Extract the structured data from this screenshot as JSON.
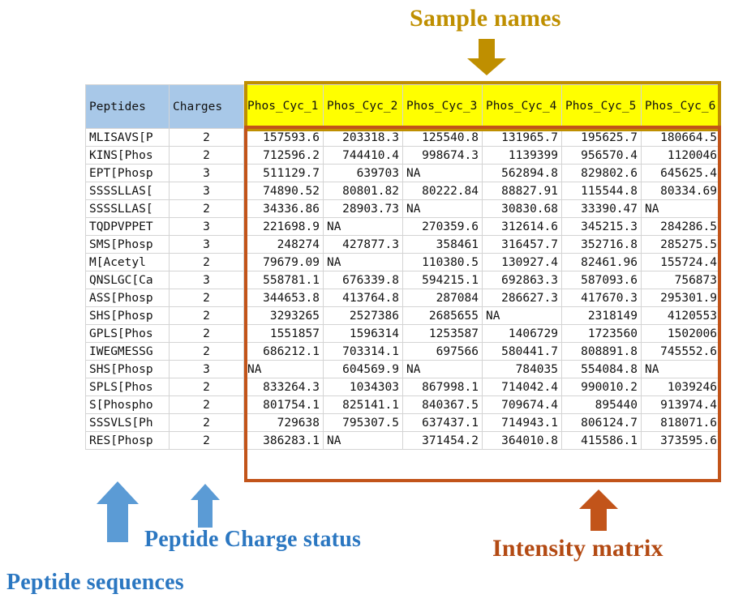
{
  "annotations": {
    "sample_names": {
      "label": "Sample names",
      "color": "#bf8f00",
      "icon": "arrow-down-icon"
    },
    "intensity_matrix": {
      "label": "Intensity matrix",
      "color": "#b34a13",
      "icon": "arrow-up-icon"
    },
    "peptide_charge_status": {
      "label": "Peptide Charge status",
      "color": "#2b77c1",
      "icon": "arrow-up-icon"
    },
    "peptide_sequences": {
      "label": "Peptide sequences",
      "color": "#2b77c1",
      "icon": "arrow-up-icon"
    }
  },
  "table": {
    "headers": {
      "peptides": "Peptides",
      "charges": "Charges",
      "samples": [
        "Phos_Cyc_1",
        "Phos_Cyc_2",
        "Phos_Cyc_3",
        "Phos_Cyc_4",
        "Phos_Cyc_5",
        "Phos_Cyc_6"
      ]
    },
    "header_colors": {
      "id_columns": "#a8c8e8",
      "sample_columns": "#ffff00"
    },
    "rows": [
      {
        "peptide": "MLISAVS[P",
        "charge": "2",
        "values": [
          "157593.6",
          "203318.3",
          "125540.8",
          "131965.7",
          "195625.7",
          "180664.5"
        ]
      },
      {
        "peptide": "KINS[Phos",
        "charge": "2",
        "values": [
          "712596.2",
          "744410.4",
          "998674.3",
          "1139399",
          "956570.4",
          "1120046"
        ]
      },
      {
        "peptide": "EPT[Phosp",
        "charge": "3",
        "values": [
          "511129.7",
          "639703",
          "NA",
          "562894.8",
          "829802.6",
          "645625.4"
        ]
      },
      {
        "peptide": "SSSSLLAS[",
        "charge": "3",
        "values": [
          "74890.52",
          "80801.82",
          "80222.84",
          "88827.91",
          "115544.8",
          "80334.69"
        ]
      },
      {
        "peptide": "SSSSLLAS[",
        "charge": "2",
        "values": [
          "34336.86",
          "28903.73",
          "NA",
          "30830.68",
          "33390.47",
          "NA"
        ]
      },
      {
        "peptide": "TQDPVPPET",
        "charge": "3",
        "values": [
          "221698.9",
          "NA",
          "270359.6",
          "312614.6",
          "345215.3",
          "284286.5"
        ]
      },
      {
        "peptide": "SMS[Phosp",
        "charge": "3",
        "values": [
          "248274",
          "427877.3",
          "358461",
          "316457.7",
          "352716.8",
          "285275.5"
        ]
      },
      {
        "peptide": "M[Acetyl",
        "charge": "2",
        "values": [
          "79679.09",
          "NA",
          "110380.5",
          "130927.4",
          "82461.96",
          "155724.4"
        ]
      },
      {
        "peptide": "QNSLGC[Ca",
        "charge": "3",
        "values": [
          "558781.1",
          "676339.8",
          "594215.1",
          "692863.3",
          "587093.6",
          "756873"
        ]
      },
      {
        "peptide": "ASS[Phosp",
        "charge": "2",
        "values": [
          "344653.8",
          "413764.8",
          "287084",
          "286627.3",
          "417670.3",
          "295301.9"
        ]
      },
      {
        "peptide": "SHS[Phosp",
        "charge": "2",
        "values": [
          "3293265",
          "2527386",
          "2685655",
          "NA",
          "2318149",
          "4120553"
        ]
      },
      {
        "peptide": "GPLS[Phos",
        "charge": "2",
        "values": [
          "1551857",
          "1596314",
          "1253587",
          "1406729",
          "1723560",
          "1502006"
        ]
      },
      {
        "peptide": "IWEGMESSG",
        "charge": "2",
        "values": [
          "686212.1",
          "703314.1",
          "697566",
          "580441.7",
          "808891.8",
          "745552.6"
        ]
      },
      {
        "peptide": "SHS[Phosp",
        "charge": "3",
        "values": [
          "NA",
          "604569.9",
          "NA",
          "784035",
          "554084.8",
          "NA"
        ]
      },
      {
        "peptide": "SPLS[Phos",
        "charge": "2",
        "values": [
          "833264.3",
          "1034303",
          "867998.1",
          "714042.4",
          "990010.2",
          "1039246"
        ]
      },
      {
        "peptide": "S[Phospho",
        "charge": "2",
        "values": [
          "801754.1",
          "825141.1",
          "840367.5",
          "709674.4",
          "895440",
          "913974.4"
        ]
      },
      {
        "peptide": "SSSVLS[Ph",
        "charge": "2",
        "values": [
          "729638",
          "795307.5",
          "637437.1",
          "714943.1",
          "806124.7",
          "818071.6"
        ]
      },
      {
        "peptide": "RES[Phosp",
        "charge": "2",
        "values": [
          "386283.1",
          "NA",
          "371454.2",
          "364010.8",
          "415586.1",
          "373595.6"
        ]
      }
    ]
  }
}
